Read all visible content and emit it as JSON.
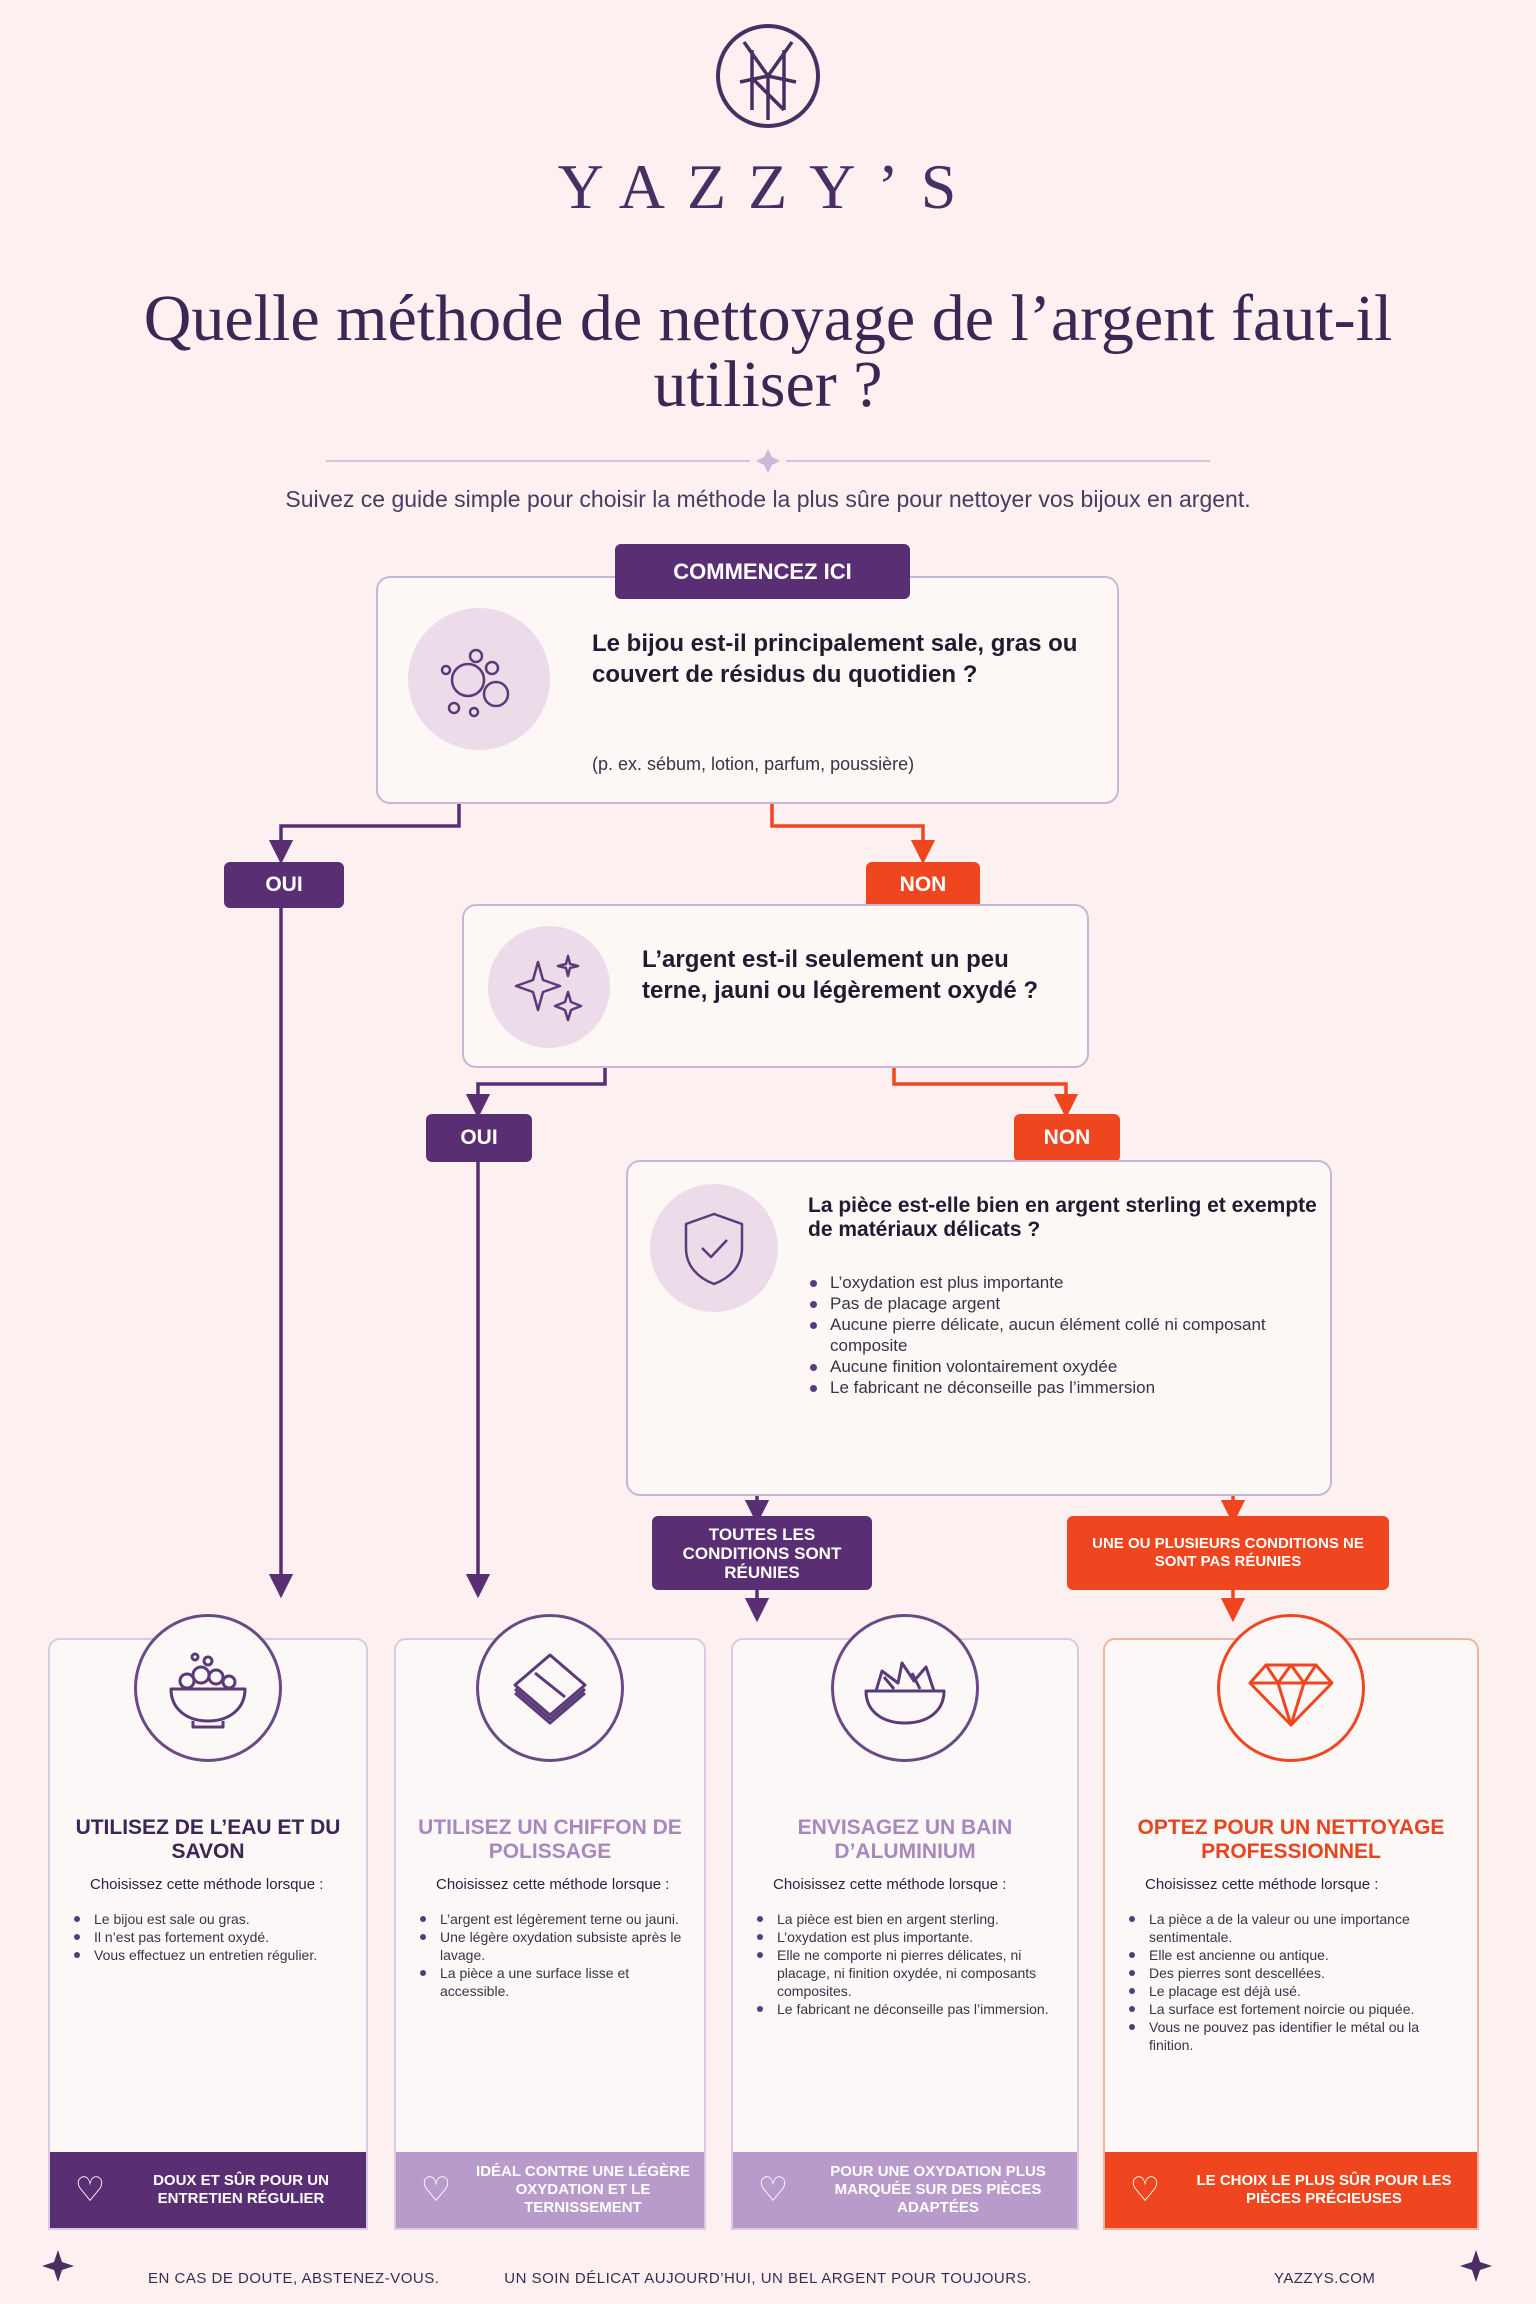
{
  "brand": {
    "name": "YAZZY’S"
  },
  "title": "Quelle méthode de nettoyage de l’argent faut-il utiliser ?",
  "subtitle": "Suivez ce guide simple pour choisir la méthode la plus sûre pour nettoyer vos bijoux en argent.",
  "start_label": "COMMENCEZ ICI",
  "q1": {
    "text": "Le bijou est-il principalement sale, gras ou couvert de résidus du quotidien ?",
    "note": "(p. ex. sébum, lotion, parfum, poussière)",
    "yes": "OUI",
    "no": "NON"
  },
  "q2": {
    "text": "L’argent est-il seulement un peu terne, jauni ou légèrement oxydé ?",
    "yes": "OUI",
    "no": "NON"
  },
  "q3": {
    "text": "La pièce est-elle bien en argent sterling et exempte de matériaux délicats ?",
    "bullets": [
      "L’oxydation est plus importante",
      "Pas de placage argent",
      "Aucune pierre délicate, aucun élément collé ni composant composite",
      "Aucune finition volontairement oxydée",
      "Le fabricant ne déconseille pas l’immersion"
    ],
    "all_met": "TOUTES LES CONDITIONS SONT RÉUNIES",
    "not_met": "UNE OU PLUSIEURS CONDITIONS NE SONT PAS RÉUNIES"
  },
  "cards": [
    {
      "title": "UTILISEZ DE L’EAU ET DU SAVON",
      "lead": "Choisissez cette méthode lorsque :",
      "bullets": [
        "Le bijou est sale ou gras.",
        "Il n’est pas fortement oxydé.",
        "Vous effectuez un entretien régulier."
      ],
      "footer": "DOUX ET SÛR POUR UN ENTRETIEN RÉGULIER"
    },
    {
      "title": "UTILISEZ UN CHIFFON DE POLISSAGE",
      "lead": "Choisissez cette méthode lorsque :",
      "bullets": [
        "L’argent est légèrement terne ou jauni.",
        "Une légère oxydation subsiste après le lavage.",
        "La pièce a une surface lisse et accessible."
      ],
      "footer": "IDÉAL CONTRE UNE LÉGÈRE OXYDATION ET LE TERNISSEMENT"
    },
    {
      "title": "ENVISAGEZ UN BAIN D’ALUMINIUM",
      "lead": "Choisissez cette méthode lorsque :",
      "bullets": [
        "La pièce est bien en argent sterling.",
        "L’oxydation est plus importante.",
        "Elle ne comporte ni pierres délicates, ni placage, ni finition oxydée, ni composants composites.",
        "Le fabricant ne déconseille pas l’immersion."
      ],
      "footer": "POUR UNE OXYDATION PLUS MARQUÉE SUR DES PIÈCES ADAPTÉES"
    },
    {
      "title": "OPTEZ POUR UN NETTOYAGE PROFESSIONNEL",
      "lead": "Choisissez cette méthode lorsque :",
      "bullets": [
        "La pièce a de la valeur ou une importance sentimentale.",
        "Elle est ancienne ou antique.",
        "Des pierres sont descellées.",
        "Le placage est déjà usé.",
        "La surface est fortement noircie ou piquée.",
        "Vous ne pouvez pas identifier le métal ou la finition."
      ],
      "footer": "LE CHOIX LE PLUS SÛR POUR LES PIÈCES PRÉCIEUSES"
    }
  ],
  "footer": {
    "left": "EN CAS DE DOUTE, ABSTENEZ-VOUS.",
    "center": "UN SOIN DÉLICAT AUJOURD’HUI, UN BEL ARGENT POUR TOUJOURS.",
    "right": "YAZZYS.COM"
  },
  "colors": {
    "purple": "#5a2e72",
    "lavender": "#b99bcb",
    "orange": "#f0461f",
    "background": "#fcf1f0"
  }
}
